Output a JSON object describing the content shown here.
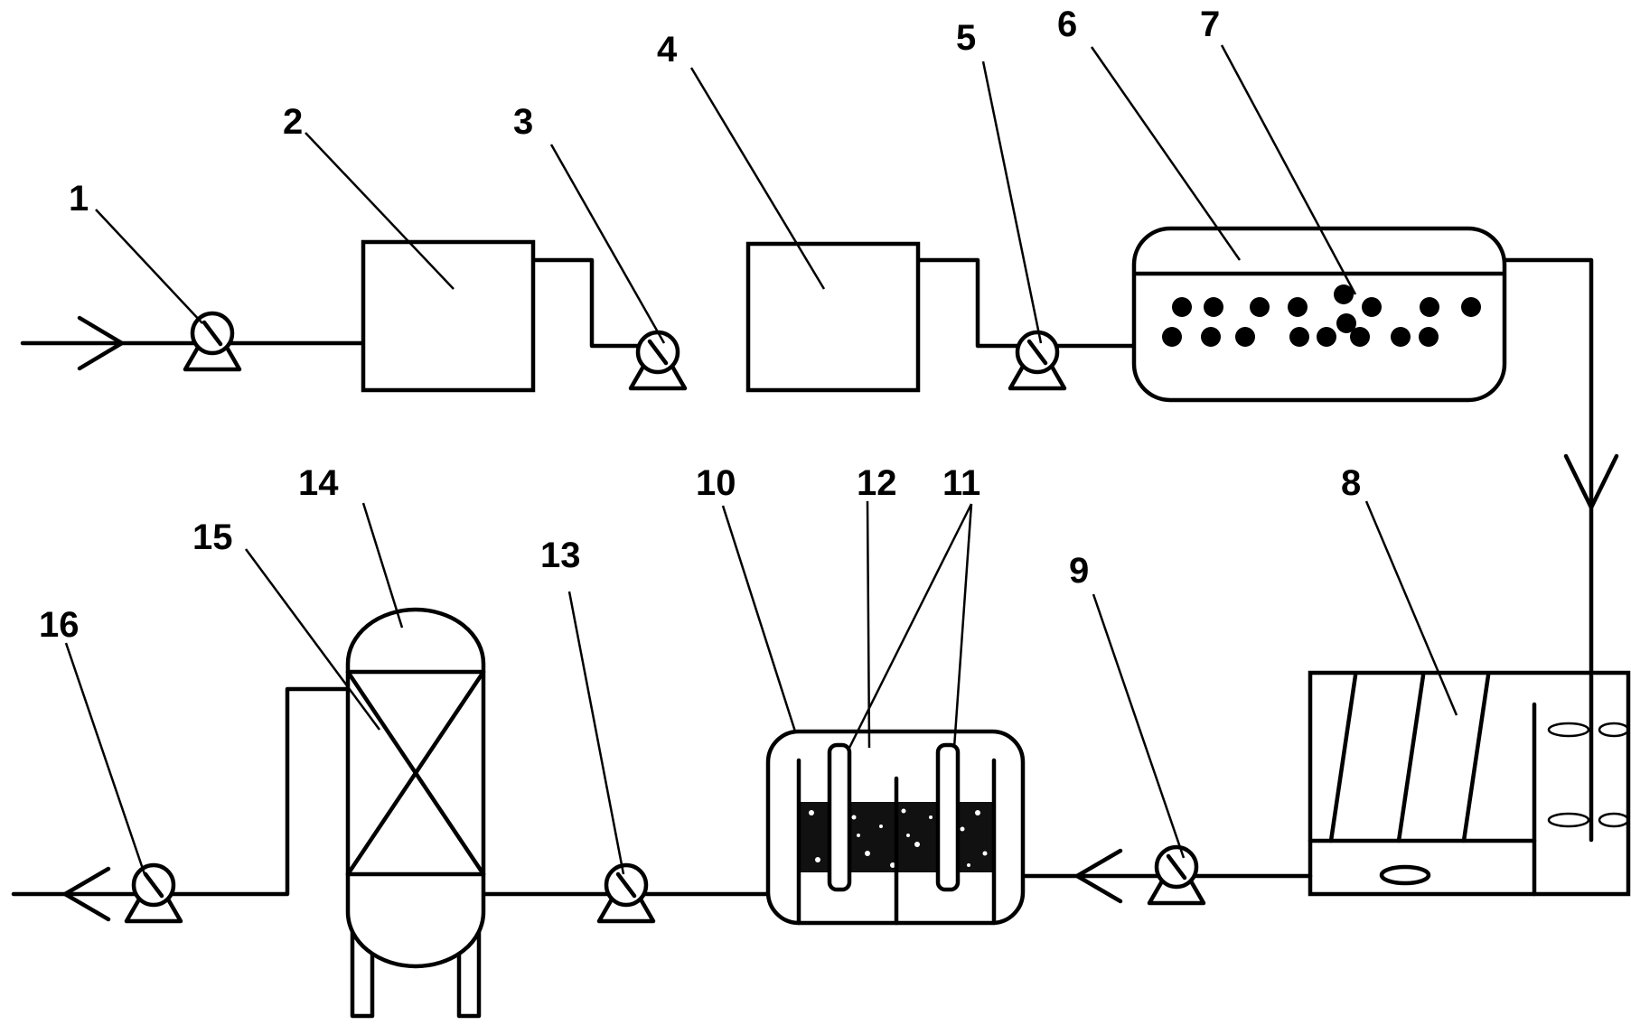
{
  "labels": {
    "n1": "1",
    "n2": "2",
    "n3": "3",
    "n4": "4",
    "n5": "5",
    "n6": "6",
    "n7": "7",
    "n8": "8",
    "n9": "9",
    "n10": "10",
    "n11": "11",
    "n12": "12",
    "n13": "13",
    "n14": "14",
    "n15": "15",
    "n16": "16"
  },
  "colors": {
    "line": "#000000",
    "background": "#ffffff"
  },
  "icons": [
    "pump-icon",
    "flow-arrow-icon",
    "stirrer-icon"
  ]
}
